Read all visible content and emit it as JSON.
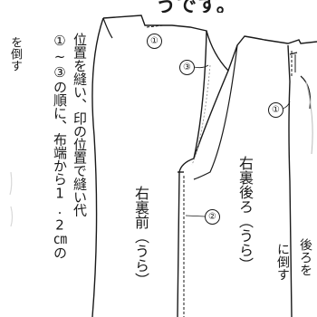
{
  "top_fragment": "うです。",
  "left_note": {
    "col1": "を倒す",
    "col2": "・・・"
  },
  "instructions": {
    "col1": "①~③の順に、布端から1.2㎝の",
    "col2": "位置を縫い、印の位置で縫い代"
  },
  "pieces": {
    "front": "右裏前（うら）",
    "back": "右裏後ろ（うら）"
  },
  "markers": {
    "m1": "①",
    "m2": "②",
    "m3": "③"
  },
  "right_edge": {
    "col1": "後ろを",
    "col2": "に倒す"
  }
}
